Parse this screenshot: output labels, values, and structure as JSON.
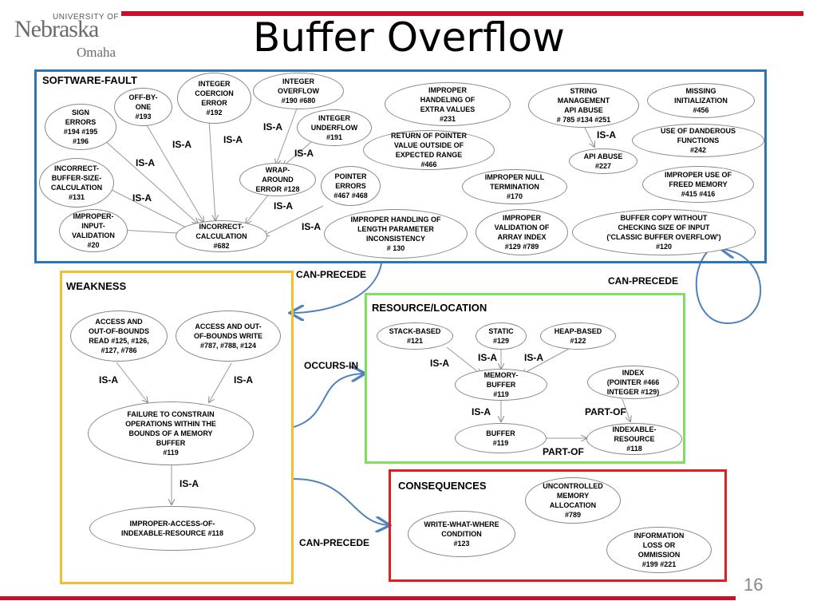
{
  "logo": {
    "university": "UNIVERSITY OF",
    "name": "Nebraska",
    "campus": "Omaha"
  },
  "title": "Buffer Overflow",
  "page_number": "16",
  "sections": {
    "software_fault": "SOFTWARE-FAULT",
    "weakness": "WEAKNESS",
    "resource_location": "RESOURCE/LOCATION",
    "consequences": "CONSEQUENCES"
  },
  "colors": {
    "software_fault": "#2e75b6",
    "weakness": "#f0c030",
    "resource_location": "#7ee05e",
    "consequences": "#e02020",
    "accent_bar": "#c8102e",
    "arrow": "#4f81bd"
  },
  "nodes": {
    "off_by_one": "OFF-BY-\nONE\n#193",
    "integer_coercion": "INTEGER\nCOERCION\nERROR\n#192",
    "integer_overflow": "INTEGER\nOVERFLOW\n#190 #680",
    "integer_underflow": "INTEGER\nUNDERFLOW\n#191",
    "improper_extra_values": "IMPROPER\nHANDELING OF\nEXTRA VALUES\n#231",
    "string_management": "STRING\nMANAGEMENT\nAPI ABUSE\n# 785 #134 #251",
    "missing_init": "MISSING\nINITIALIZATION\n#456",
    "sign_errors": "SIGN\nERRORS\n#194 #195\n#196",
    "return_pointer": "RETURN OF POINTER\nVALUE OUTSIDE OF\nEXPECTED RANGE\n#466",
    "api_abuse": "API ABUSE\n#227",
    "dangerous_functions": "USE OF DANDEROUS\nFUNCTIONS\n#242",
    "incorrect_buffer_size": "INCORRECT-\nBUFFER-SIZE-\nCALCULATION\n#131",
    "wrap_around": "WRAP-\nAROUND\nERROR #128",
    "pointer_errors": "POINTER\nERRORS\n#467 #468",
    "null_termination": "IMPROPER NULL\nTERMINATION\n#170",
    "freed_memory": "IMPROPER USE OF\nFREED MEMORY\n#415 #416",
    "input_validation": "IMPROPER-\nINPUT-\nVALIDATION\n#20",
    "incorrect_calculation": "INCORRECT-\nCALCULATION\n#682",
    "length_parameter": "IMPROPER HANDLING OF\nLENGTH PARAMETER\nINCONSISTENCY\n# 130",
    "array_index": "IMPROPER\nVALIDATION OF\nARRAY INDEX\n#129 #789",
    "buffer_copy": "BUFFER COPY WITHOUT\nCHECKING SIZE OF INPUT\n('CLASSIC BUFFER OVERFLOW')\n#120",
    "oob_read": "ACCESS AND\nOUT-OF-BOUNDS\nREAD #125, #126,\n#127, #786",
    "oob_write": "ACCESS AND OUT-\nOF-BOUNDS WRITE\n#787, #788, #124",
    "failure_constrain": "FAILURE TO CONSTRAIN\nOPERATIONS WITHIN THE\nBOUNDS OF A MEMORY\nBUFFER\n#119",
    "improper_access": "IMPROPER-ACCESS-OF-\nINDEXABLE-RESOURCE #118",
    "stack_based": "STACK-BASED\n#121",
    "static": "STATIC\n#129",
    "heap_based": "HEAP-BASED\n#122",
    "memory_buffer": "MEMORY-\nBUFFER\n#119",
    "index": "INDEX\n(POINTER #466\nINTEGER #129)",
    "buffer": "BUFFER\n#119",
    "indexable_resource": "INDEXABLE-\nRESOURCE\n#118",
    "uncontrolled_memory": "UNCONTROLLED\nMEMORY\nALLOCATION\n#789",
    "write_what_where": "WRITE-WHAT-WHERE\nCONDITION\n#123",
    "information_loss": "INFORMATION\nLOSS OR\nOMMISSION\n#199 #221"
  },
  "relations": {
    "is_a": "IS-A",
    "can_precede": "CAN-PRECEDE",
    "occurs_in": "OCCURS-IN",
    "part_of": "PART-OF"
  }
}
